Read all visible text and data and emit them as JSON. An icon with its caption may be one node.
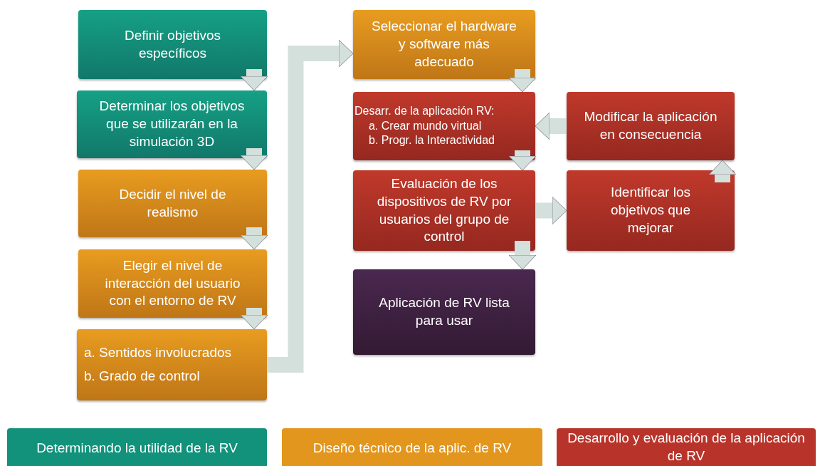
{
  "diagram": {
    "nodes": [
      {
        "text": [
          "Definir objetivos específicos"
        ]
      },
      {
        "text": [
          "Determinar los objetivos que se utilizarán en la simulación 3D"
        ]
      },
      {
        "text": [
          "Decidir el nivel de realismo"
        ]
      },
      {
        "text": [
          "Elegir el nivel de interacción del usuario con el entorno de RV"
        ]
      },
      {
        "text": [
          "a. Sentidos involucrados",
          "b. Grado de control"
        ]
      },
      {
        "text": [
          "Seleccionar el hardware y software más adecuado"
        ]
      },
      {
        "text": [
          "Desarr. de la aplicación RV:",
          "a. Crear mundo virtual",
          "b. Progr. la Interactividad"
        ]
      },
      {
        "text": [
          "Evaluación de los dispositivos de RV por usuarios del  grupo de control"
        ]
      },
      {
        "text": [
          "Aplicación de RV lista para usar"
        ]
      },
      {
        "text": [
          "Modificar la aplicación en consecuencia"
        ]
      },
      {
        "text": [
          "Identificar los objetivos que mejorar"
        ]
      }
    ],
    "edges": [
      {
        "from": 0,
        "to": 1,
        "arrow": "to"
      },
      {
        "from": 1,
        "to": 2,
        "arrow": "to"
      },
      {
        "from": 2,
        "to": 3,
        "arrow": "to"
      },
      {
        "from": 3,
        "to": 4,
        "arrow": "to"
      },
      {
        "from": 4,
        "to": 5,
        "arrow": "to"
      },
      {
        "from": 5,
        "to": 6,
        "arrow": "to"
      },
      {
        "from": 6,
        "to": 7,
        "arrow": "to"
      },
      {
        "from": 7,
        "to": 8,
        "arrow": "to"
      },
      {
        "from": 7,
        "to": 10,
        "arrow": "to"
      },
      {
        "from": 10,
        "to": 9,
        "arrow": "to"
      },
      {
        "from": 9,
        "to": 6,
        "arrow": "to"
      }
    ],
    "legend": [
      {
        "text": "Determinando la utilidad de la RV",
        "color": "#12917b"
      },
      {
        "text": "Diseño técnico de la aplic. de RV",
        "color": "#e2961d"
      },
      {
        "text": "Desarrollo y evaluación de la aplicación de RV",
        "color": "#b8342a"
      }
    ]
  }
}
